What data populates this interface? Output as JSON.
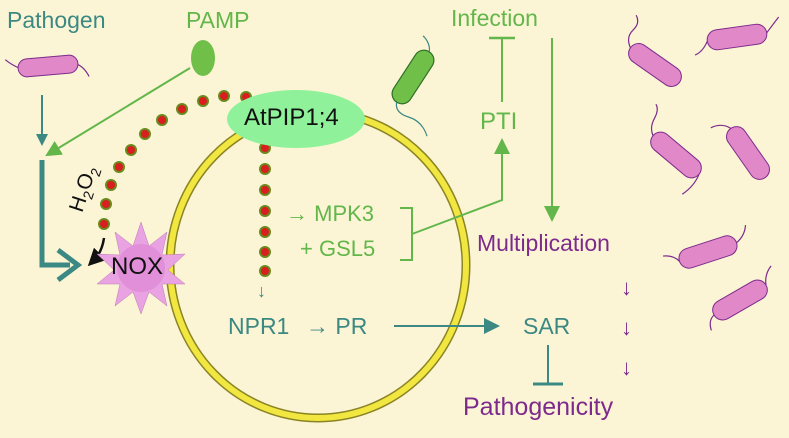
{
  "labels": {
    "pathogen": "Pathogen",
    "pamp": "PAMP",
    "infection": "Infection",
    "pti": "PTI",
    "atpip": "AtPIP1;4",
    "h2o2_h": "H",
    "h2o2_sub2": "2",
    "h2o2_o": "O",
    "h2o2_sub2b": "2",
    "nox": "NOX",
    "mpk3": "→ MPK3",
    "gsl5": "+ GSL5",
    "npr1": "NPR1",
    "pr_arrow": "→ PR",
    "sar": "SAR",
    "multiplication": "Multiplication",
    "pathogenicity": "Pathogenicity",
    "npr1_down_arrow": "↓",
    "purple_arrow_1": "↓",
    "purple_arrow_2": "↓",
    "purple_arrow_3": "↓"
  },
  "colors": {
    "background": "#fbf5d6",
    "teal": "#3c8882",
    "green": "#63b64a",
    "purple": "#7d2a8c",
    "membrane_yellow": "#f2e640",
    "aquaporin_green": "#8ff29a",
    "bacterium_pink": "#e088c8",
    "bacterium_green": "#6fbf49",
    "h2o2_dot_red": "#d81e1e",
    "nox_pink": "#e08fd8"
  },
  "icons": {
    "bacterium": "rod-shaped-bacterium-icon",
    "nox_burst": "starburst-icon",
    "pamp": "pamp-ellipse-icon"
  }
}
